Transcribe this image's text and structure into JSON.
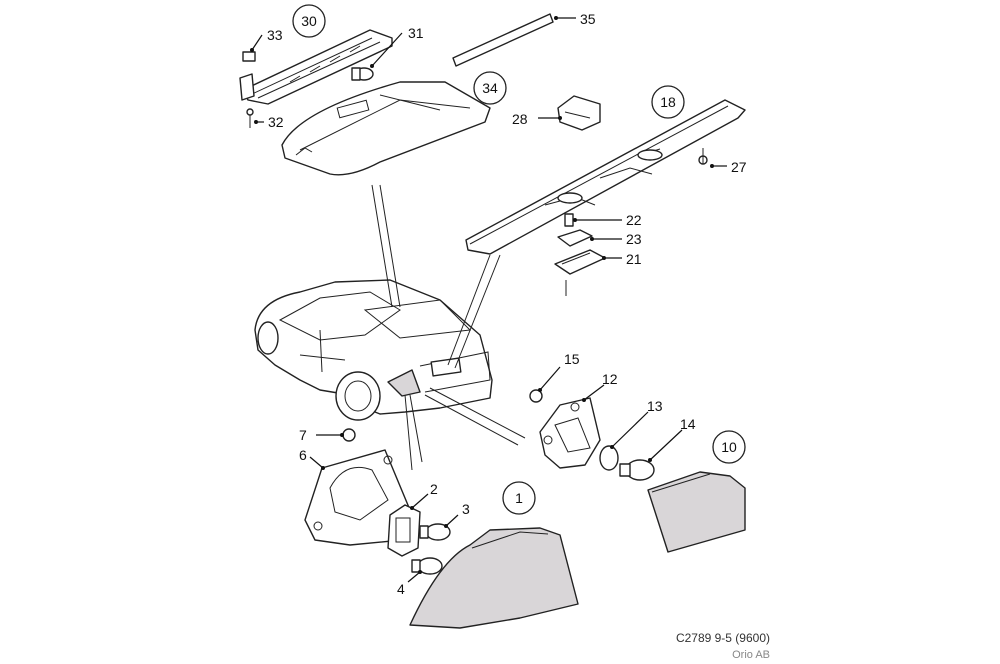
{
  "callouts": {
    "c1": "1",
    "c2": "2",
    "c3": "3",
    "c4": "4",
    "c6": "6",
    "c7": "7",
    "c10": "10",
    "c12": "12",
    "c13": "13",
    "c14": "14",
    "c15": "15",
    "c18": "18",
    "c21": "21",
    "c22": "22",
    "c23": "23",
    "c27": "27",
    "c28": "28",
    "c30": "30",
    "c31": "31",
    "c32": "32",
    "c33": "33",
    "c34": "34",
    "c35": "35"
  },
  "footer": {
    "code": "C2789 9-5 (9600)",
    "publisher": "Orio AB"
  }
}
